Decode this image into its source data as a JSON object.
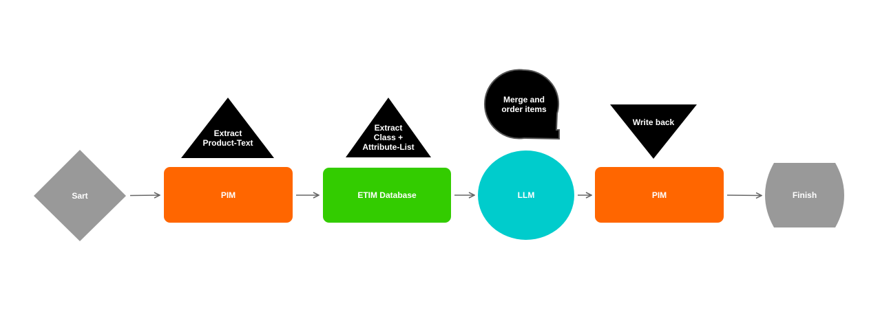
{
  "colors": {
    "gray": "#999999",
    "orange": "#ff6600",
    "green": "#33cc00",
    "cyan": "#00cccc",
    "black": "#000000",
    "arrow": "#666666",
    "text": "#ffffff"
  },
  "nodes": {
    "start": {
      "label": "Sart",
      "shape": "diamond"
    },
    "pim_source": {
      "label": "PIM",
      "shape": "rounded-rectangle"
    },
    "extract_product_text": {
      "label": "Extract\nProduct-Text",
      "shape": "triangle-up"
    },
    "etim_database": {
      "label": "ETIM Database",
      "shape": "rounded-rectangle"
    },
    "extract_class_attributes": {
      "label": "Extract\nClass +\nAttribute-List",
      "shape": "triangle-up"
    },
    "llm": {
      "label": "LLM",
      "shape": "ellipse"
    },
    "merge_order": {
      "label": "Merge and\norder items",
      "shape": "speech-bubble"
    },
    "pim_target": {
      "label": "PIM",
      "shape": "rounded-rectangle"
    },
    "write_back": {
      "label": "Write back",
      "shape": "triangle-down"
    },
    "finish": {
      "label": "Finish",
      "shape": "terminator"
    }
  }
}
